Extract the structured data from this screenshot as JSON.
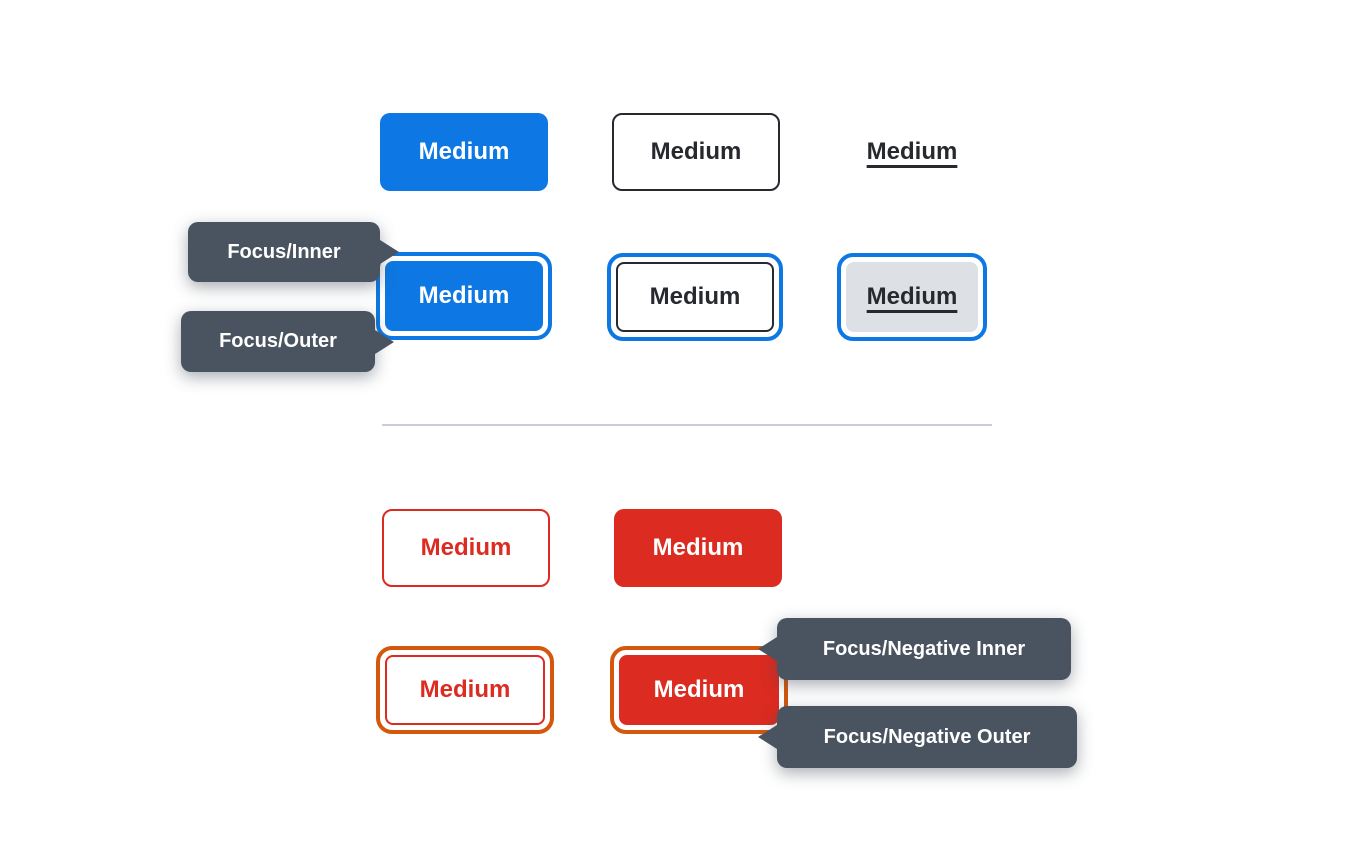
{
  "buttons": {
    "primary": {
      "label": "Medium"
    },
    "secondary": {
      "label": "Medium"
    },
    "link": {
      "label": "Medium"
    },
    "primary_focus": {
      "label": "Medium"
    },
    "secondary_focus": {
      "label": "Medium"
    },
    "link_focus": {
      "label": "Medium"
    },
    "negative_secondary": {
      "label": "Medium"
    },
    "negative_primary": {
      "label": "Medium"
    },
    "negative_secondary_focus": {
      "label": "Medium"
    },
    "negative_primary_focus": {
      "label": "Medium"
    }
  },
  "callouts": {
    "focus_inner": {
      "label": "Focus/Inner"
    },
    "focus_outer": {
      "label": "Focus/Outer"
    },
    "focus_negative_inner": {
      "label": "Focus/Negative Inner"
    },
    "focus_negative_outer": {
      "label": "Focus/Negative Outer"
    }
  },
  "colors": {
    "canvas_bg": "#ffffff",
    "primary_blue": "#0d78e3",
    "negative_red": "#dc2b20",
    "focus_ring_blue": "#0d78e3",
    "focus_ring_orange": "#d4570b",
    "callout_bg": "#4a5460",
    "dark_text": "#26292e",
    "link_focus_bg": "#dde0e4",
    "divider": "#c9cdd4"
  }
}
